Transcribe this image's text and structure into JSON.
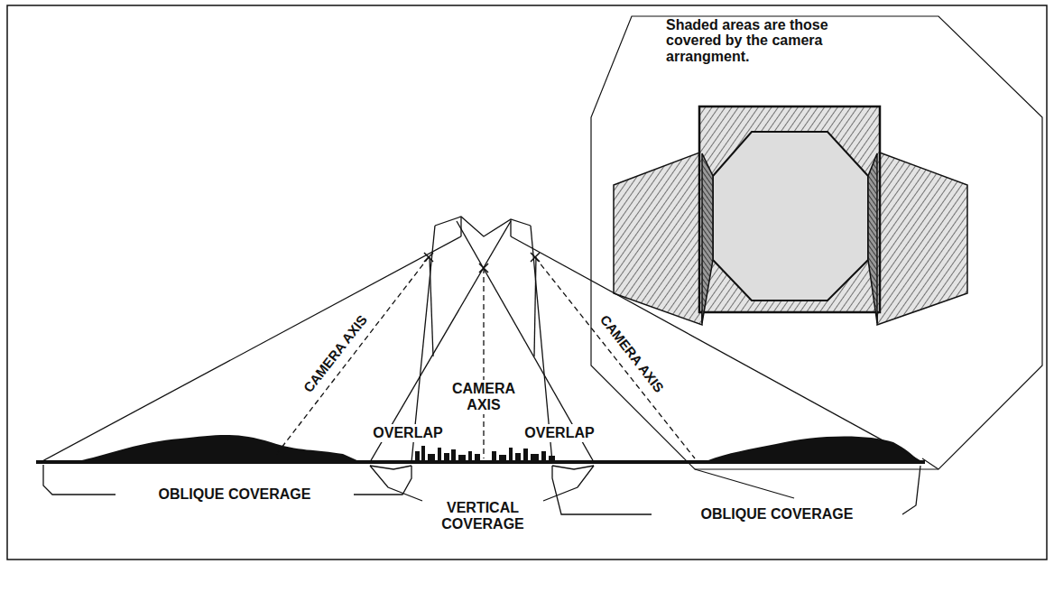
{
  "diagram": {
    "labels": [
      "Shaded areas are those covered by the camera arrangment.",
      "CAMERA AXIS",
      "CAMERA AXIS",
      "CAMERA AXIS",
      "OVERLAP",
      "OVERLAP",
      "OBLIQUE COVERAGE",
      "VERTICAL COVERAGE",
      "OBLIQUE COVERAGE"
    ]
  }
}
